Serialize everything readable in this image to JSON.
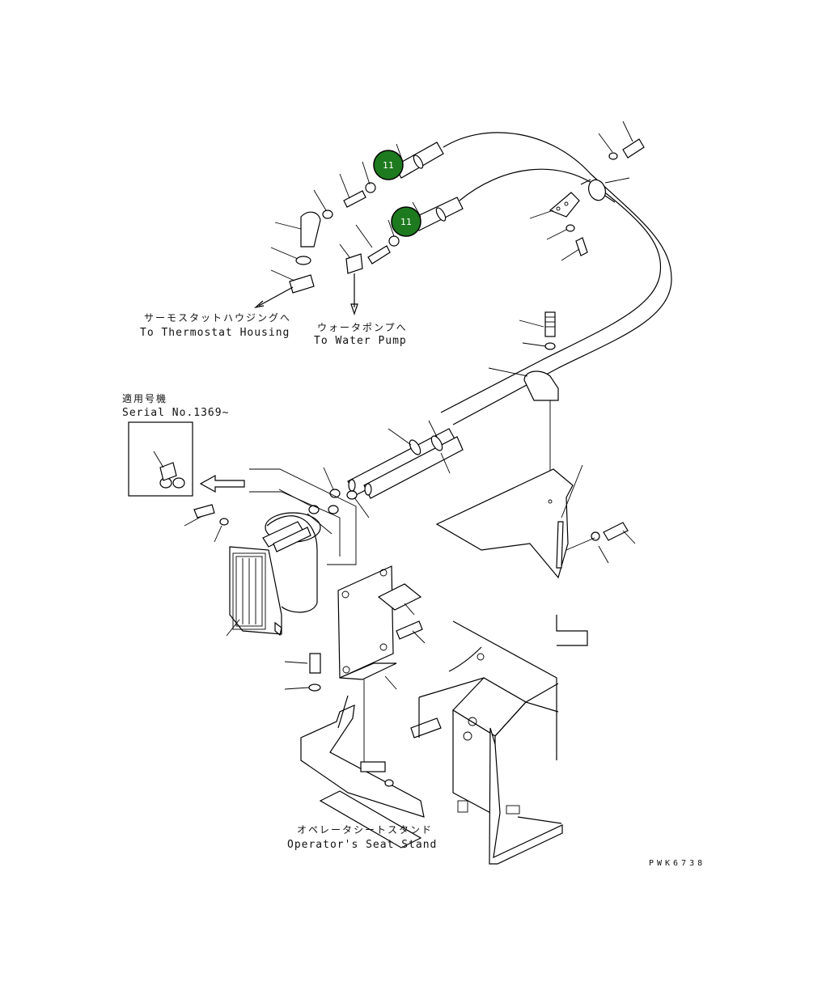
{
  "labels": {
    "thermostat_jp": "サーモスタットハウジングへ",
    "thermostat_en": "To Thermostat Housing",
    "water_pump_jp": "ウォータポンプへ",
    "water_pump_en": "To Water Pump",
    "serial_jp": "適用号機",
    "serial_en": "Serial No.1369~",
    "seat_stand_jp": "オペレータシートスタンド",
    "seat_stand_en": "Operator's Seat Stand",
    "drawing_code": "PWK6738"
  },
  "markers": [
    {
      "number": "11",
      "color": "#1e7a1e"
    },
    {
      "number": "11",
      "color": "#1e7a1e"
    }
  ]
}
